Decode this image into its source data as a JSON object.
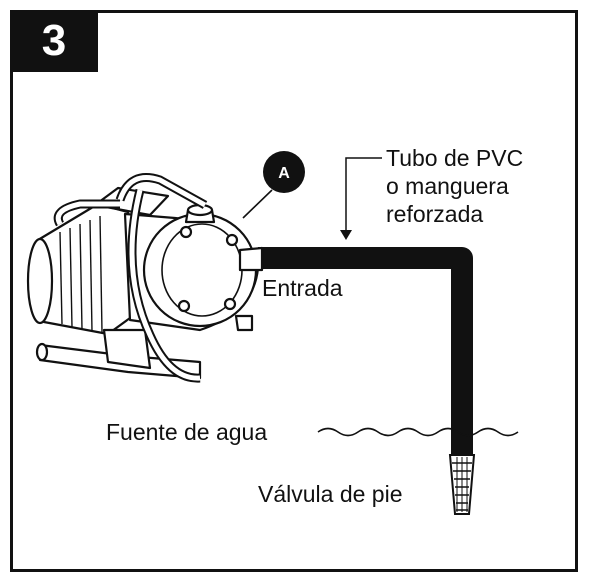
{
  "step": {
    "number": "3"
  },
  "callout": {
    "letter": "A"
  },
  "labels": {
    "pipe": [
      "Tubo de PVC",
      "o manguera",
      "reforzada"
    ],
    "inlet": "Entrada",
    "water_source": "Fuente de agua",
    "foot_valve": "Válvula de pie"
  },
  "colors": {
    "ink": "#111111",
    "background": "#ffffff"
  }
}
